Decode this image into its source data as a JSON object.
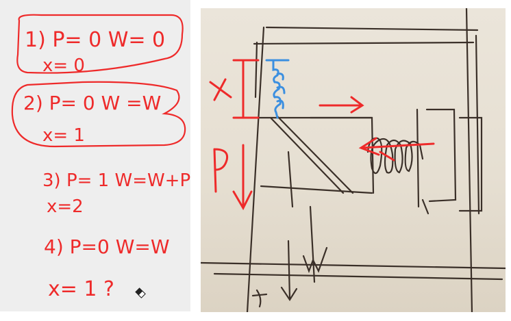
{
  "notes": {
    "states": [
      {
        "line1": "1) P= 0  W= 0",
        "line2": "x= 0",
        "circled": true
      },
      {
        "line1": "2) P= 0   W =W",
        "line2": "x= 1",
        "circled": true
      },
      {
        "line1": "3) P= 1   W=W+P",
        "line2": "x=2",
        "circled": false
      },
      {
        "line1": "4) P=0   W=W",
        "line2": "x= 1 ?",
        "circled": false
      }
    ]
  },
  "sketch": {
    "label_x": "x",
    "label_p": "P",
    "label_w": "W"
  },
  "colors": {
    "ink_red": "#ee2a2a",
    "ink_blue": "#3b8fe0",
    "ink_dark": "#3a2f28",
    "paper": "#e8e1d5"
  }
}
